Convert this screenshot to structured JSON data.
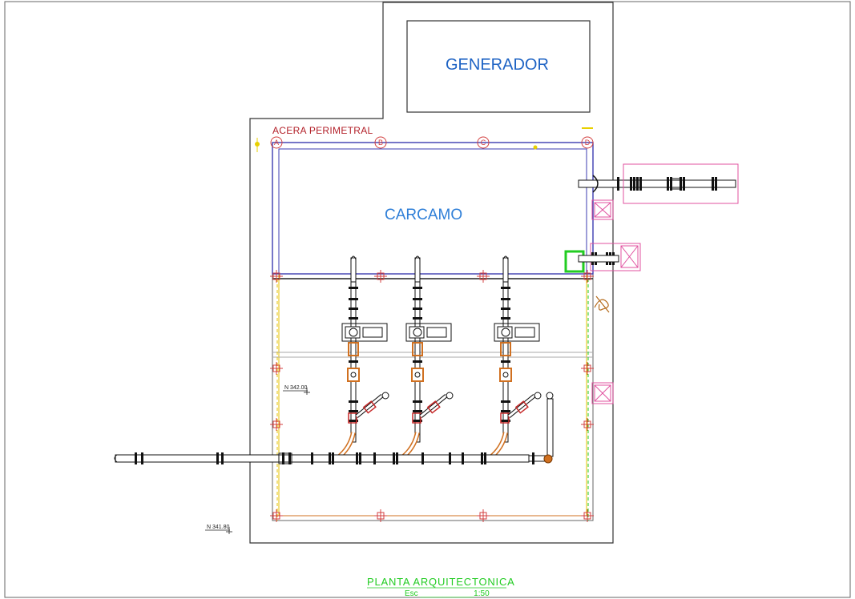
{
  "drawing": {
    "generator_label": "GENERADOR",
    "pit_label": "CARCAMO",
    "perimeter_label": "ACERA PERIMETRAL",
    "axis_labels": [
      "A",
      "B",
      "C",
      "D"
    ],
    "level_1": "N 342.00",
    "level_2": "N 341.80",
    "title": "PLANTA  ARQUITECTONICA",
    "scale": "Esc ____________1:50"
  },
  "colors": {
    "outline": "#333333",
    "generator_text": "#1e63c4",
    "pit_text": "#2f7fd8",
    "pit_wall": "#3b3bb0",
    "perimeter_text": "#b3212a",
    "axis": "#d34040",
    "pink_box": "#e0509f",
    "pipe": "#111111",
    "valve_red": "#c62828",
    "valve_orange": "#d07020",
    "title_green": "#22cc22",
    "yellow": "#e8d000"
  }
}
